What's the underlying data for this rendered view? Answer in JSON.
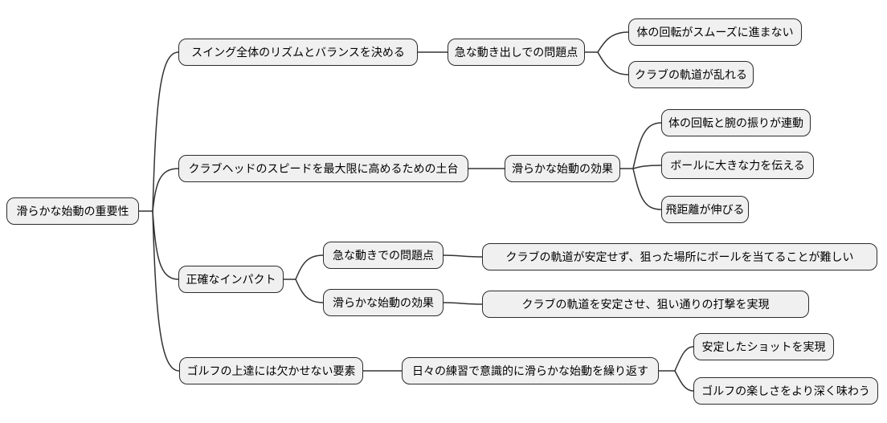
{
  "diagram": {
    "type": "mindmap",
    "language": "ja",
    "topic": "golf smooth takeaway importance",
    "colors": {
      "background": "#ffffff",
      "node_fill": "#f0f0f0",
      "node_border": "#2b2b2b",
      "edge": "#333333",
      "text": "#000000"
    }
  },
  "mindmap": {
    "label": "滑らかな始動の重要性",
    "children": [
      {
        "label": "スイング全体のリズムとバランスを決める",
        "children": [
          {
            "label": "急な動き出しでの問題点",
            "children": [
              {
                "label": "体の回転がスムーズに進まない"
              },
              {
                "label": "クラブの軌道が乱れる"
              }
            ]
          }
        ]
      },
      {
        "label": "クラブヘッドのスピードを最大限に高めるための土台",
        "children": [
          {
            "label": "滑らかな始動の効果",
            "children": [
              {
                "label": "体の回転と腕の振りが連動"
              },
              {
                "label": "ボールに大きな力を伝える"
              },
              {
                "label": "飛距離が伸びる"
              }
            ]
          }
        ]
      },
      {
        "label": "正確なインパクト",
        "children": [
          {
            "label": "急な動きでの問題点",
            "children": [
              {
                "label": "クラブの軌道が安定せず、狙った場所にボールを当てることが難しい"
              }
            ]
          },
          {
            "label": "滑らかな始動の効果",
            "children": [
              {
                "label": "クラブの軌道を安定させ、狙い通りの打撃を実現"
              }
            ]
          }
        ]
      },
      {
        "label": "ゴルフの上達には欠かせない要素",
        "children": [
          {
            "label": "日々の練習で意識的に滑らかな始動を繰り返す",
            "children": [
              {
                "label": "安定したショットを実現"
              },
              {
                "label": "ゴルフの楽しさをより深く味わう"
              }
            ]
          }
        ]
      }
    ]
  }
}
